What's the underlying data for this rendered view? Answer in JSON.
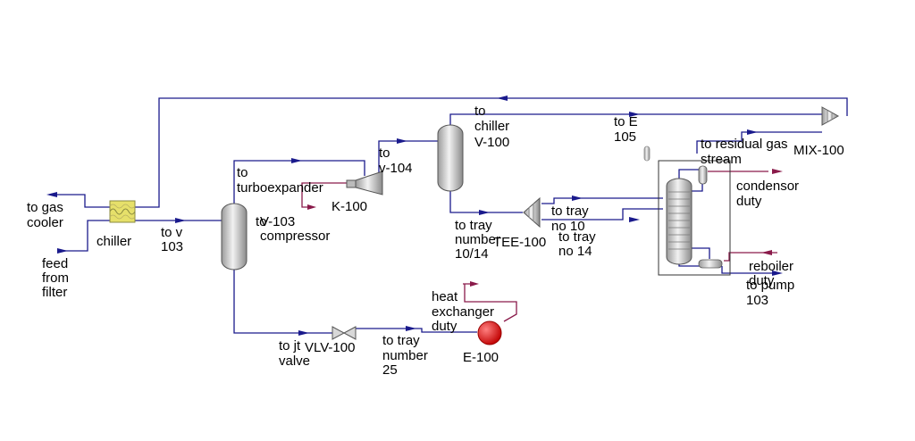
{
  "colors": {
    "material_stream": "#1a1a8c",
    "energy_stream": "#8a1a4a",
    "heater_red": "#e00000",
    "vessel_fill": "#c8c8c8",
    "chiller_fill": "#e6e06a"
  },
  "units": {
    "chiller": "chiller",
    "v103": [
      "to",
      "V-103"
    ],
    "v100": "V-100",
    "k100": "K-100",
    "tee100": "TEE-100",
    "mix100": "MIX-100",
    "vlv100": "VLV-100",
    "e100": "E-100"
  },
  "streams": {
    "to_gas_cooler": [
      "to gas",
      "cooler"
    ],
    "feed_from_filter": [
      "feed",
      "from",
      "filter"
    ],
    "to_v103": [
      "to v",
      "103"
    ],
    "to_turboexpander": [
      "to",
      "turboexpander"
    ],
    "compressor": "compressor",
    "to_v104": [
      "to",
      "v-104"
    ],
    "to_chiller": [
      "to",
      "chiller"
    ],
    "to_e105": [
      "to E",
      "105"
    ],
    "to_residual_gas": [
      "to residual gas",
      "stream"
    ],
    "to_tray_number_10_14": [
      "to tray",
      "number",
      "10/14"
    ],
    "to_tray_no_10": [
      "to tray",
      "no 10"
    ],
    "to_tray_no_14": [
      "to tray",
      "no 14"
    ],
    "condensor_duty": [
      "condensor",
      "duty"
    ],
    "reboiler_duty": [
      "reboiler",
      "duty"
    ],
    "to_pump_103": [
      "to pump",
      "103"
    ],
    "heat_exchanger_duty": [
      "heat",
      "exchanger",
      "duty"
    ],
    "to_jt_valve": [
      "to jt",
      "valve"
    ],
    "to_tray_number_25": [
      "to tray",
      "number",
      "25"
    ]
  }
}
